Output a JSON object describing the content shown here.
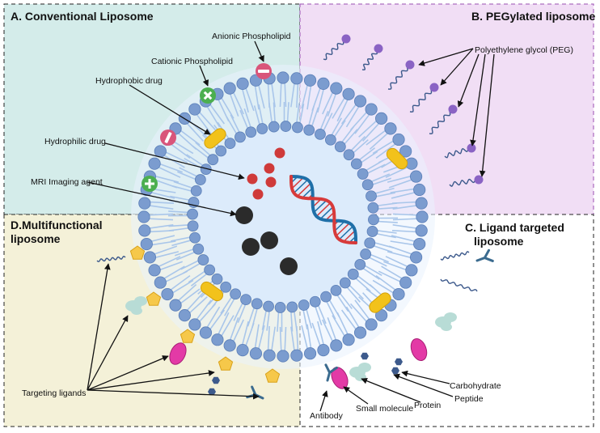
{
  "quadrants": {
    "conventional": {
      "title": "A. Conventional Liposome",
      "color": "#d4ecea"
    },
    "pegylated": {
      "title": "B. PEGylated liposome",
      "color": "#f1def5"
    },
    "ligand": {
      "title_line1": "C. Ligand targeted",
      "title_line2": "liposome",
      "color": "#ffffff"
    },
    "multifunctional": {
      "title_line1": "D.Multifunctional",
      "title_line2": "liposome",
      "color": "#f4f1d8"
    }
  },
  "labels": {
    "anionic": "Anionic Phospholipid",
    "cationic": "Cationic Phospholipid",
    "hydrophobic": "Hydrophobic drug",
    "hydrophilic": "Hydrophilic drug",
    "mri": "MRI Imaging agent",
    "peg": "Polyethylene glycol (PEG)",
    "targeting": "Targeting ligands",
    "antibody": "Antibody",
    "small_molecule": "Small molecule",
    "protein": "Protein",
    "peptide": "Peptide",
    "carbohydrate": "Carbohydrate"
  },
  "colors": {
    "lipid_head": "#7b9ccf",
    "lipid_head_stroke": "#5b7fb8",
    "lipid_tail": "#a9c6ea",
    "core": "#dcebfb",
    "hydrophobic_drug": "#f2c21b",
    "hydrophilic_drug": "#cf3a3a",
    "mri_agent": "#2b2b2b",
    "peg_bead": "#8a63c4",
    "anionic": "#d9557a",
    "cationic": "#4caf50",
    "pentagon": "#f6c84a",
    "small_molecule": "#e33aa6",
    "protein_blob": "#b8dcd6",
    "hexagon": "#3d5a8c",
    "antibody": "#3b6b8f",
    "dna_blue": "#1f6fa8",
    "dna_red": "#d73a3a"
  },
  "icons": [
    "dna-icon",
    "minus-icon",
    "plus-icon",
    "pentagon-icon",
    "hexagon-icon",
    "antibody-icon"
  ]
}
